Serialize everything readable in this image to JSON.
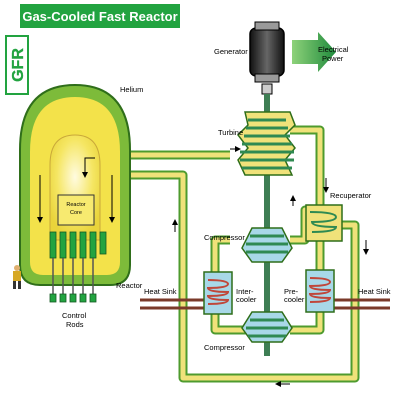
{
  "title": "Gas-Cooled Fast Reactor",
  "logo": "GFR",
  "labels": {
    "generator": "Generator",
    "electrical_power": [
      "Electrical",
      "Power"
    ],
    "helium": "Helium",
    "turbine": "Turbine",
    "recuperator": "Recuperator",
    "reactor_core": [
      "Reactor",
      "Core"
    ],
    "compressor_upper": "Compressor",
    "compressor_lower": "Compressor",
    "intercooler": [
      "Inter-",
      "cooler"
    ],
    "precooler": [
      "Pre-",
      "cooler"
    ],
    "heat_sink_left": "Heat Sink",
    "heat_sink_right": "Heat Sink",
    "reactor": "Reactor",
    "control_rods": [
      "Control",
      "Rods"
    ]
  },
  "colors": {
    "header_bg": "#22a340",
    "header_text": "#ffffff",
    "vessel_outer": "#7dbb3a",
    "vessel_inner": "#f3e24a",
    "core_glow": "#fff6b0",
    "pipe_fill": "#f0e27a",
    "pipe_outline": "#4e9b2e",
    "turbomachine": "#2f8a52",
    "heat_exchanger": "#a8d8e8",
    "hot_coil": "#c0473a",
    "generator_body": "#2a2a2a",
    "power_arrow": "#1f8a3c",
    "cooling_water": "#7b3a2a"
  }
}
